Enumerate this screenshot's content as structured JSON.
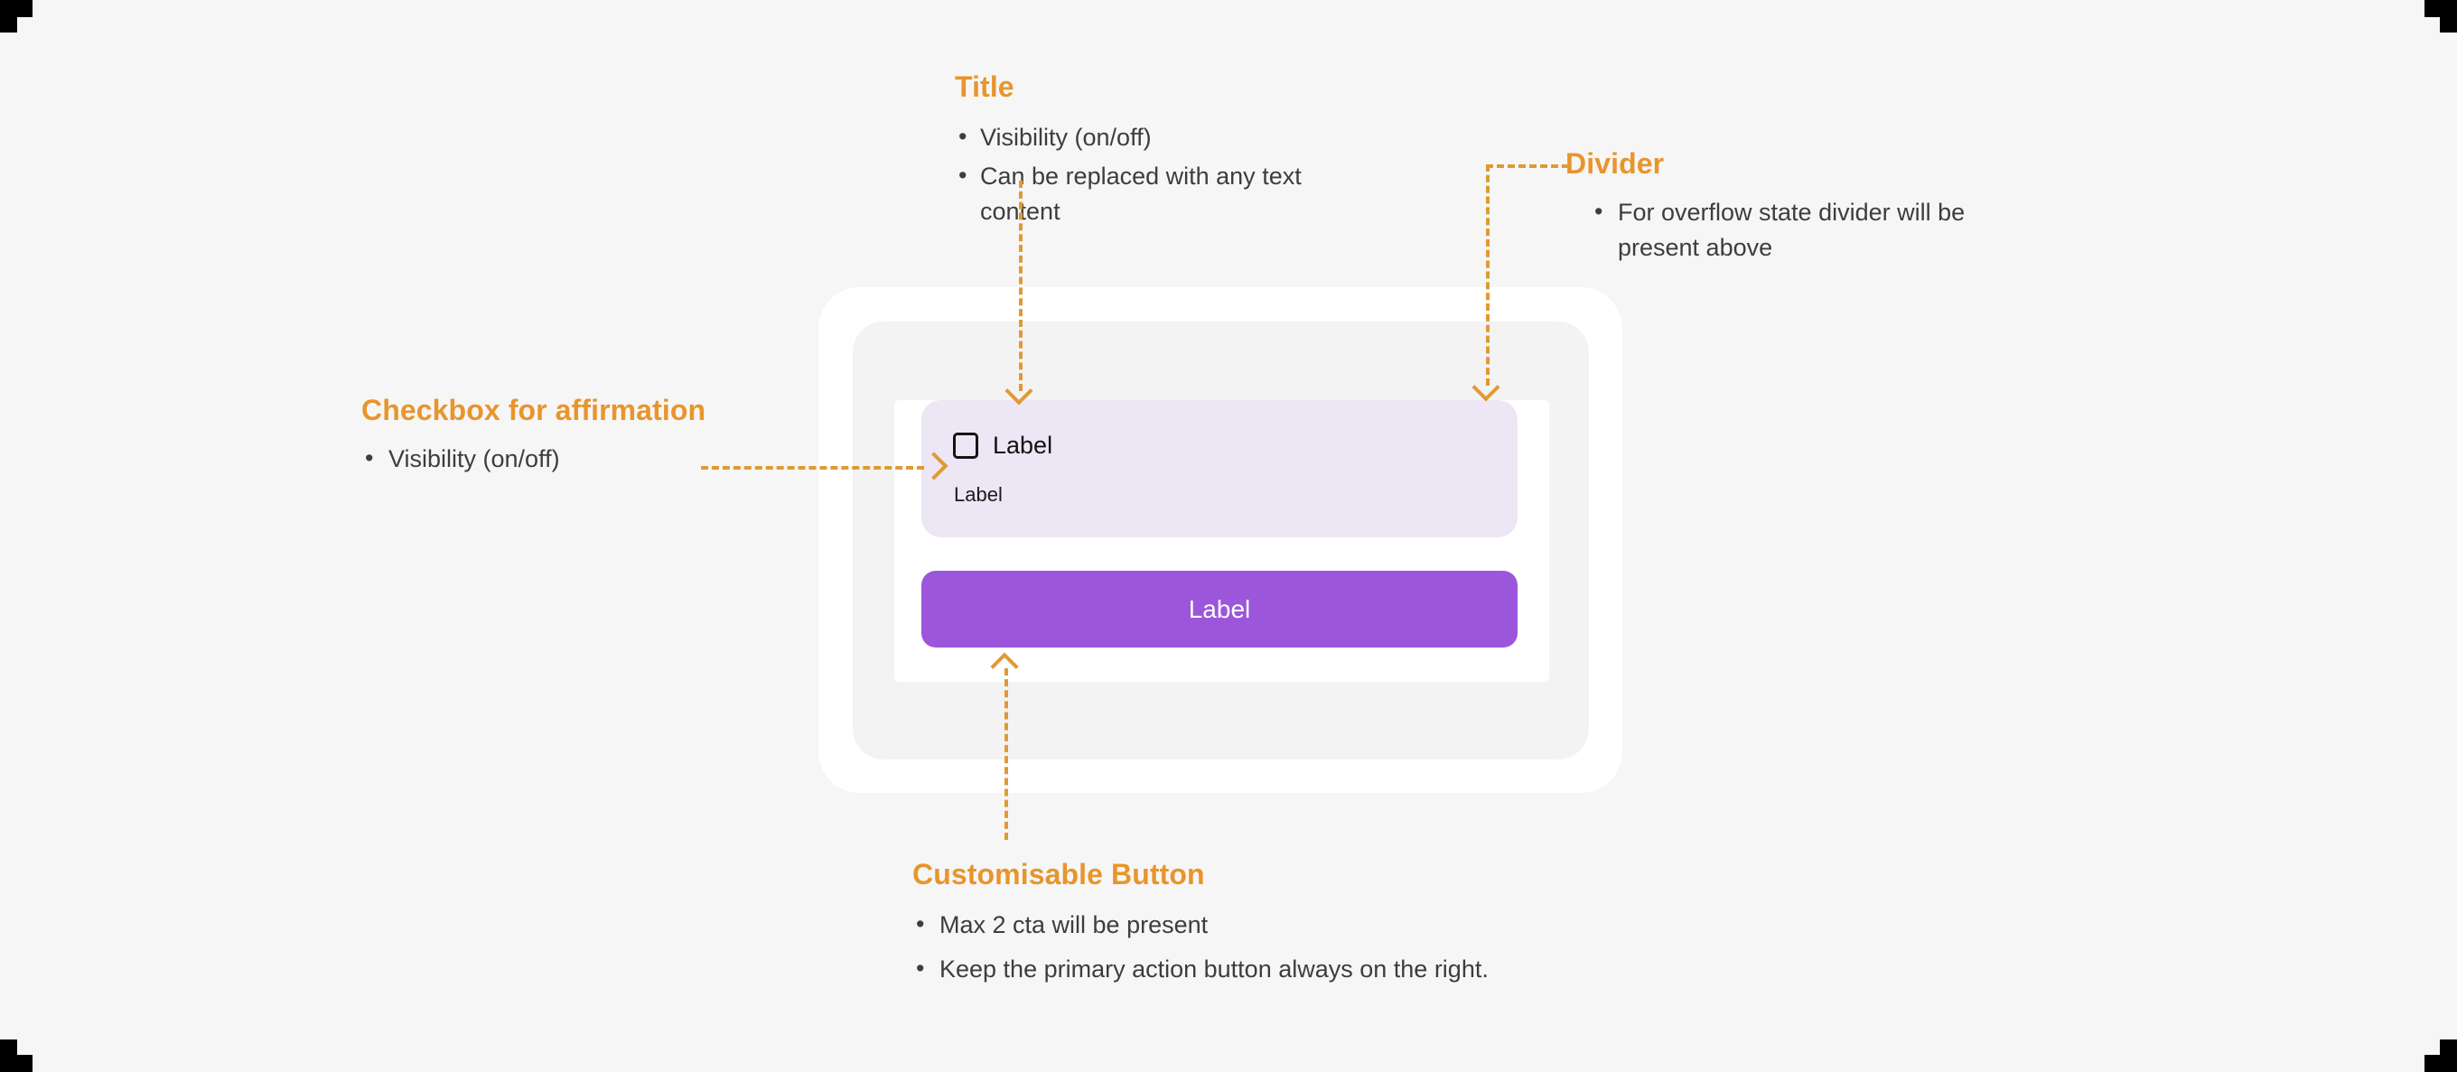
{
  "canvas": {
    "background_color": "#f6f6f6",
    "accent_color": "#e8952c",
    "connector_color": "#e09a32"
  },
  "annotations": {
    "title": {
      "heading": "Title",
      "bullets": [
        "Visibility (on/off)",
        "Can be replaced with any text content"
      ]
    },
    "divider": {
      "heading": "Divider",
      "bullets": [
        "For overflow state divider will be present above"
      ]
    },
    "checkbox": {
      "heading": "Checkbox for affirmation",
      "bullets": [
        "Visibility (on/off)"
      ]
    },
    "button": {
      "heading": "Customisable Button",
      "bullets": [
        "Max 2 cta will be present",
        "Keep the primary action button always on the right."
      ]
    }
  },
  "mockup": {
    "checkbox_panel": {
      "checkbox_checked": false,
      "checkbox_label": "Label",
      "sub_label": "Label",
      "background_color": "#ece6f5"
    },
    "primary_button": {
      "label": "Label",
      "background_color": "#9b56db",
      "text_color": "#ffffff"
    }
  }
}
